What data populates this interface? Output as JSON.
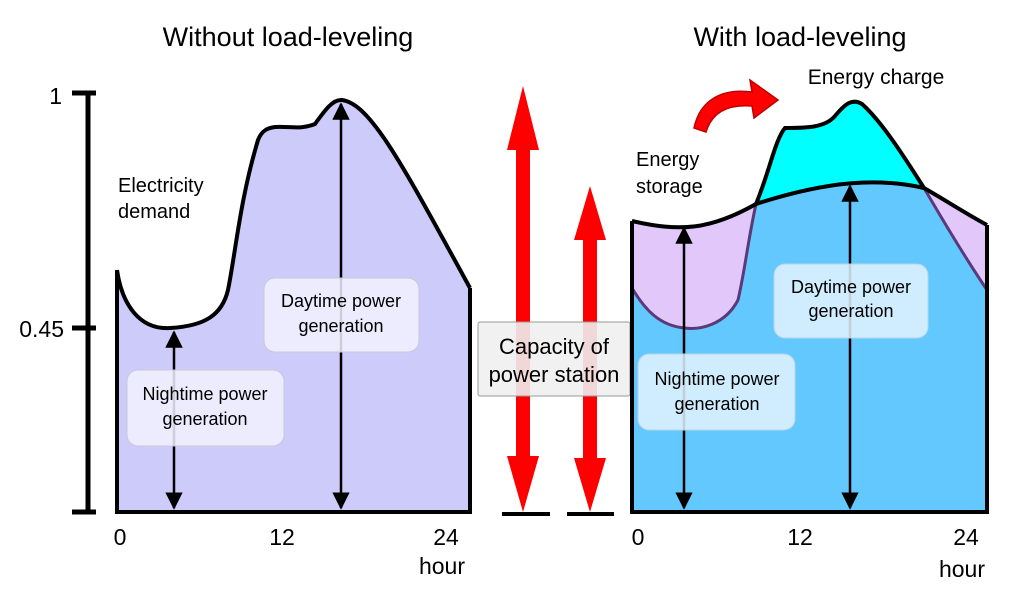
{
  "left_panel": {
    "title": "Without load-leveling",
    "curve_label_line1": "Electricity",
    "curve_label_line2": "demand",
    "night_line1": "Nightime power",
    "night_line2": "generation",
    "day_line1": "Daytime power",
    "day_line2": "generation"
  },
  "right_panel": {
    "title": "With load-leveling",
    "charge_label": "Energy charge",
    "storage_line1": "Energy",
    "storage_line2": "storage",
    "night_line1": "Nightime power",
    "night_line2": "generation",
    "day_line1": "Daytime power",
    "day_line2": "generation"
  },
  "middle": {
    "capacity_line1": "Capacity of",
    "capacity_line2": "power station"
  },
  "y_axis": {
    "top": "1",
    "mid": "0.45"
  },
  "x_axis": {
    "ticks": [
      "0",
      "12",
      "24"
    ],
    "unit": "hour"
  },
  "colors": {
    "demand_fill": "#cccbfa",
    "leveled_fill": "#62c8fe",
    "charge_fill": "#00ffff",
    "storage_fill": "#e2c7fb",
    "arrow_red": "#ff0000"
  }
}
